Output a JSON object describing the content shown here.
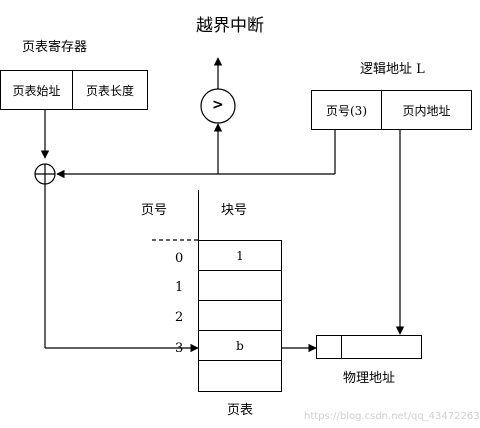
{
  "title": "越界中断",
  "register": {
    "label": "页表寄存器",
    "cells": [
      "页表始址",
      "页表长度"
    ]
  },
  "logical_address": {
    "label": "逻辑地址 L",
    "cells": [
      "页号(3)",
      "页内地址"
    ]
  },
  "comparator_symbol": ">",
  "page_table": {
    "col_page": "页号",
    "col_block": "块号",
    "page_numbers": [
      "0",
      "1",
      "2",
      "3"
    ],
    "block_values": [
      "1",
      "",
      "",
      "b"
    ],
    "caption": "页表"
  },
  "physical_address": {
    "label": "物理地址"
  },
  "watermark": "https://blog.csdn.net/qq_43472263"
}
